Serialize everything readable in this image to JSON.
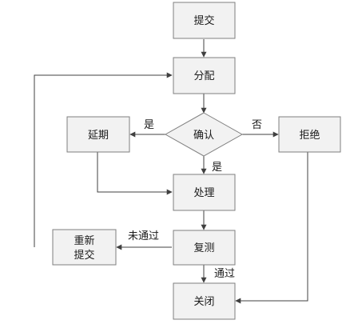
{
  "nodes": {
    "submit": "提交",
    "assign": "分配",
    "confirm": "确认",
    "delay": "延期",
    "reject": "拒绝",
    "process": "处理",
    "retest": "复测",
    "resubmit_line1": "重新",
    "resubmit_line2": "提交",
    "close": "关闭"
  },
  "edges": {
    "confirm_to_delay": "是",
    "confirm_to_reject": "否",
    "confirm_to_process": "是",
    "retest_fail": "未通过",
    "retest_pass": "通过"
  },
  "colors": {
    "box_fill": "#f2f2f2",
    "box_stroke": "#7f7f7f",
    "line": "#404040"
  }
}
